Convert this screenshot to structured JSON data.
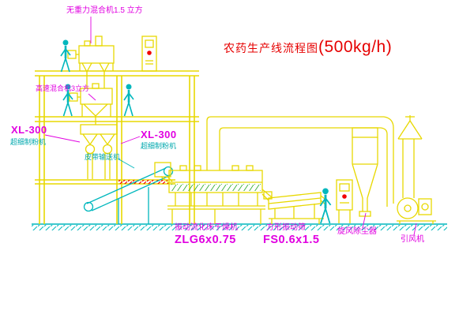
{
  "title": {
    "text": "农药生产线流程图",
    "capacity": "(500kg/h)"
  },
  "equipment_labels": {
    "gravity_mixer": "无重力混合机1.5 立方",
    "high_speed_mixer": "高速混合机3立方",
    "mill_left": {
      "model": "XL-300",
      "name": "超细制粉机"
    },
    "mill_right": {
      "model": "XL-300",
      "name": "超细制粉机"
    },
    "belt_conveyor": "皮带输送机",
    "dryer": {
      "name": "振动流化床干燥机",
      "model": "ZLG6x0.75"
    },
    "screen": {
      "name": "方形振动筛",
      "model": "FS0.6x1.5"
    },
    "cyclone": "旋风除尘器",
    "fan": "引风机"
  },
  "colors": {
    "background": "#ffffff",
    "line_yellow": "#e8d800",
    "line_cyan": "#00b7bd",
    "label_magenta": "#e100e1",
    "label_cyan": "#00a8ae",
    "title_red": "#e60000",
    "hatch_red": "#f10000",
    "mesh_green": "#27a827"
  }
}
